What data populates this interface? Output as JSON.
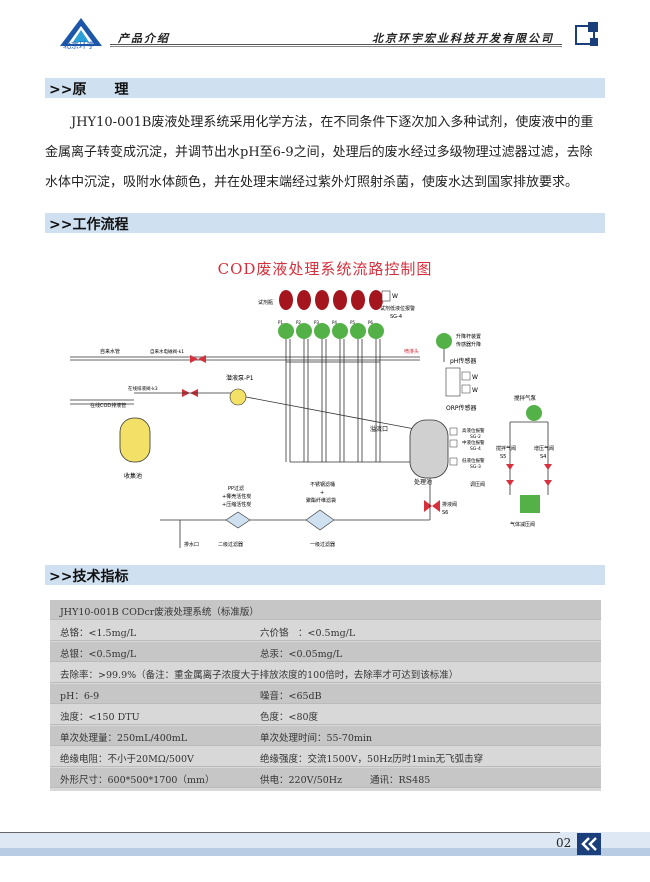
{
  "header": {
    "logo_text": "北京环宇",
    "left_title": "产品介绍",
    "right_title": "北京环宇宏业科技开发有限公司"
  },
  "sections": {
    "principle": ">>原　　理",
    "workflow": ">>工作流程",
    "specs": ">>技术指标"
  },
  "principle_text": "JHY10-001B废液处理系统采用化学方法，在不同条件下逐次加入多种试剂，使废液中的重金属离子转变成沉淀，并调节出水pH至6-9之间，处理后的废水经过多级物理过滤器过滤，去除水体中沉淀，吸附水体颜色，并在处理末端经过紫外灯照射杀菌，使废水达到国家排放要求。",
  "diagram": {
    "title": "COD废液处理系统流路控制图",
    "labels": {
      "reagent_bottle": "试剂瓶",
      "reagent_alarm": "试剂低液位报警",
      "sg4_top": "SG-4",
      "p1": "P1",
      "p2": "P2",
      "p3": "P3",
      "p4": "P4",
      "p5": "P5",
      "p6": "P6",
      "lift_1": "升降杆装置",
      "lift_2": "传感器升降",
      "tap_water": "自来水管",
      "tap_valve": "自来水电磁阀-k1",
      "spray": "喷淋头",
      "ph_sensor": "pH传感器",
      "cod_pipe": "在线COD排液管",
      "cod_valve": "在线排液阀-k3",
      "pump": "潜液泵-P1",
      "orp_sensor": "ORP传感器",
      "overflow": "溢流口",
      "stir_pump": "搅拌气泵",
      "high_alarm": "高液位报警",
      "sg2": "SG-2",
      "mid_alarm": "中液位报警",
      "sg4": "SG-4",
      "low_alarm": "低液位报警",
      "sg3": "SG-3",
      "stir_valve": "搅拌气阀",
      "s5": "S5",
      "boost_valve": "增压气阀",
      "s4": "S4",
      "collect": "收集池",
      "treat": "处理池",
      "regulator": "调压阀",
      "drain_valve": "排液阀",
      "s6": "S6",
      "pp_1": "PP过滤",
      "pp_2": "+椰壳活性炭",
      "pp_3": "+压缩活性炭",
      "steel_1": "不锈钢滤桶",
      "steel_2": "+",
      "steel_3": "聚酯纤维滤袋",
      "gas_reg": "气体减压阀",
      "outlet": "排水口",
      "filter2": "二级过滤器",
      "filter1": "一级过滤器",
      "w": "W"
    }
  },
  "specs": {
    "rows": [
      {
        "a": "JHY10-001B CODcr废液处理系统（标准版）",
        "b": ""
      },
      {
        "a": "总铬：<1.5mg/L",
        "b": "六价铬　：<0.5mg/L"
      },
      {
        "a": "总银：<0.5mg/L",
        "b": "总汞：<0.05mg/L"
      },
      {
        "a": "去除率：>99.9%（备注：重金属离子浓度大于排放浓度的100倍时，去除率才可达到该标准）",
        "b": ""
      },
      {
        "a": "pH：6-9",
        "b": "噪音：<65dB"
      },
      {
        "a": "浊度：<150 DTU",
        "b": "色度：<80度"
      },
      {
        "a": "单次处理量：250mL/400mL",
        "b": "单次处理时间：55-70min"
      },
      {
        "a": "绝缘电阻：不小于20MΩ/500V",
        "b": "绝缘强度：交流1500V，50Hz历时1min无飞弧击穿"
      },
      {
        "a": "外形尺寸：600*500*1700（mm）",
        "b": "供电：220V/50Hz",
        "c": "通讯：RS485"
      }
    ]
  },
  "footer": {
    "page": "02"
  },
  "colors": {
    "accent_blue": "#1c56a8",
    "section_bg": "#cfe0f0",
    "red": "#d6303c",
    "green": "#53b147",
    "yellow": "#f3e066"
  }
}
